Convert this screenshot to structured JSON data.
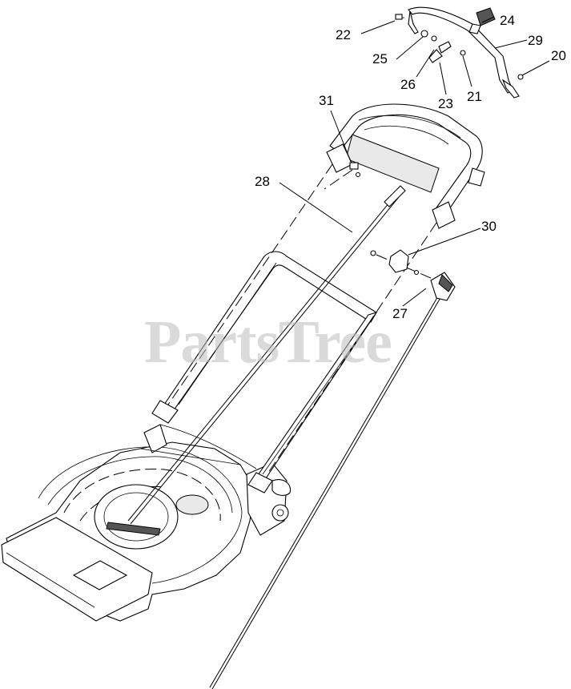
{
  "watermark": "PartsTree",
  "callouts": [
    {
      "id": "c24",
      "label": "24"
    },
    {
      "id": "c22",
      "label": "22"
    },
    {
      "id": "c29",
      "label": "29"
    },
    {
      "id": "c20",
      "label": "20"
    },
    {
      "id": "c25",
      "label": "25"
    },
    {
      "id": "c26",
      "label": "26"
    },
    {
      "id": "c23",
      "label": "23"
    },
    {
      "id": "c21",
      "label": "21"
    },
    {
      "id": "c31",
      "label": "31"
    },
    {
      "id": "c28",
      "label": "28"
    },
    {
      "id": "c30",
      "label": "30"
    },
    {
      "id": "c27",
      "label": "27"
    }
  ]
}
